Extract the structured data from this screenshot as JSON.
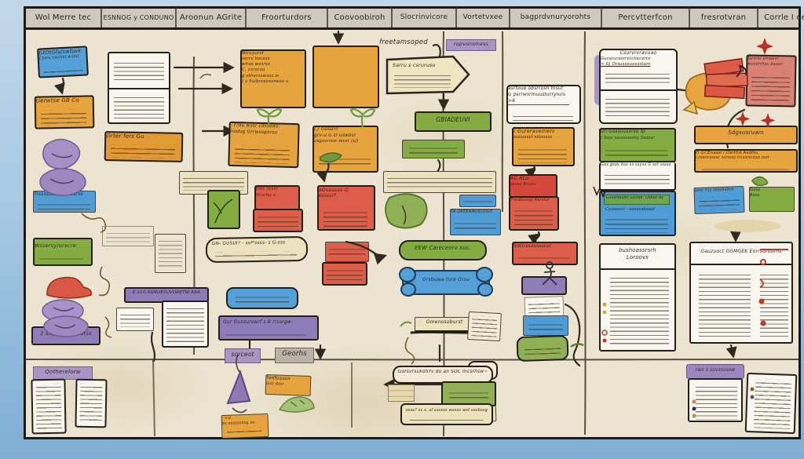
{
  "palette": {
    "board": "#ece4d0",
    "sky": "#a7c8e2",
    "orange": "#e7a43e",
    "red": "#dc5d49",
    "salmon": "#d98175",
    "green": "#83ad42",
    "blue": "#4f9cd6",
    "purple": "#9b8abc",
    "beige": "#ece2c0",
    "ink": "#2e2a22"
  },
  "header": {
    "columns": [
      "Wol Merre tec",
      "ESNNOG y CONDUNO",
      "Aroonun AGrite",
      "Froorturdors",
      "Coovoobiroh",
      "Slocrinvicore",
      "Vortetvxee",
      "bagprdvnuryorohts",
      "Percvtterfcon",
      "fresrotvran",
      "Corrle I oel"
    ]
  },
  "col1": {
    "blue_top_title": "GtOtGfa/swfuvk",
    "blue_top_sub": "Cssru casttst wstsr",
    "orange_title": "Uerwtse GB Co",
    "blue2_title": "Trssssuss s ssrssrss",
    "green_title": "Wssersy/orxcre",
    "purple_bar": "2 sxyrum xSdPorss",
    "bottom_label": "Qotherelorw"
  },
  "col2": {
    "orange_bar": "Orter fers Gu",
    "purple_bar": "E 310 ASMUESUVOR8TW ABA"
  },
  "flow": {
    "sticky1_1": "Ntruyurst",
    "sticky1_2": "sorrs bscsss",
    "sticky1_3": "whss wssrss",
    "sticky1_4": "C, csrscsu",
    "sticky1_5": "g sthvrsswsss w",
    "sticky1_6": "( s Ss/brssbssswss s",
    "note3_1": "- F/du wssr cdsssws:",
    "note3_2": "hodug Grrwssgorso",
    "note4_1": "(,/ Gsssrrr",
    "note4_2": "grv-u G.O uswbsr",
    "note4_3": "csgssrrssr wsst (s/)",
    "red_small_1": "Jfos tvsvr",
    "red_small_2": "fsrsrfss s",
    "red_large_1": "sOssssss G",
    "red_large_2": "sssssrf",
    "beige_pill": "GN- GUSUI? - ssf*ssss- s G-sss",
    "purple_bar": "Gur Gussurswrf s B rrssrgw-",
    "label_1": "sorceot",
    "label_2": "Georhs"
  },
  "col4": {
    "hand_label": "freetamsoped",
    "purple_label": "ropvoromess",
    "pennant": "Sarru s csruruso",
    "green_bar": "GBIADEUVI",
    "blue_note": "TA GREEAMOEUUUS",
    "green_pill": "EEW Careceoro suc.",
    "blue_bone": "Grsbuwe ture Grsu",
    "beige_bar": "Gmenosoburst"
  },
  "col5": {
    "white_card_1": "asrtoue obsrrosh thsuf",
    "white_card_2": "G psrrwsrmuusturrylurs",
    "white_card_3": ">6",
    "orange_note_1": "( Gureravemers",
    "orange_note_2": "ssssssssf ssbsssss",
    "red_box_1": "AG ALo.",
    "red_box_2": "ssssu Brssrs",
    "red_note": "Fresbussg Asrslcr",
    "red_note2": "SoGrssauuusuc"
  },
  "col6": {
    "white_card_1": "Csurvrvravuao",
    "white_card_2": "Gucsrursorrvrchecsrro",
    "white_card_3": "> GJ Orsusssuxssstam",
    "green_card_1": "url Gsssuussrsd tp",
    "green_card_2": "( Ssss ssssssssshy Ssdssr",
    "white_strip": "Gos gssv bss ss ssyss G ssf sssss",
    "blue_card_header": "Gsssrssubv Gusse. Osssb ds",
    "blue_card_line": "Cysssser - ssssssbsssf",
    "panel_title_1": "bushoassrsrh",
    "panel_title_2": "Loroovs"
  },
  "col7": {
    "red_card_1": "Isrsrsi srrswvr",
    "red_card_2": "wussrrhss Asssrr",
    "orange_bar1": "Sdgsusruam",
    "orange_bar2_1": "O GCEnaoe i Osrthd Asdttu",
    "orange_bar2_2": "Crssttrssssc ssrsstb trcssrscbsd bsrt",
    "blue_note": "ssss Yss ssssbsbss",
    "green_note_1": "Gssy",
    "green_note_2": "Bsss",
    "panel_title": "Gauzuoct GGMGEK Eorrsoruurhs"
  },
  "bottom": {
    "soc_label": "Gorsvrsukofrrv du an SOC mcsrhsw~",
    "beige_note": "ssss? ss s. sf ssssss wssss wsf ussbssg",
    "n9_bubble": "(N9~",
    "orange_note1_1": "fodfussux",
    "orange_note1_2": "Gss dssr",
    "orange_note2_1": "- s p.",
    "orange_note2_2": "bs ssssssssg ss-",
    "purple_label": "rws s ssvsssssw"
  }
}
